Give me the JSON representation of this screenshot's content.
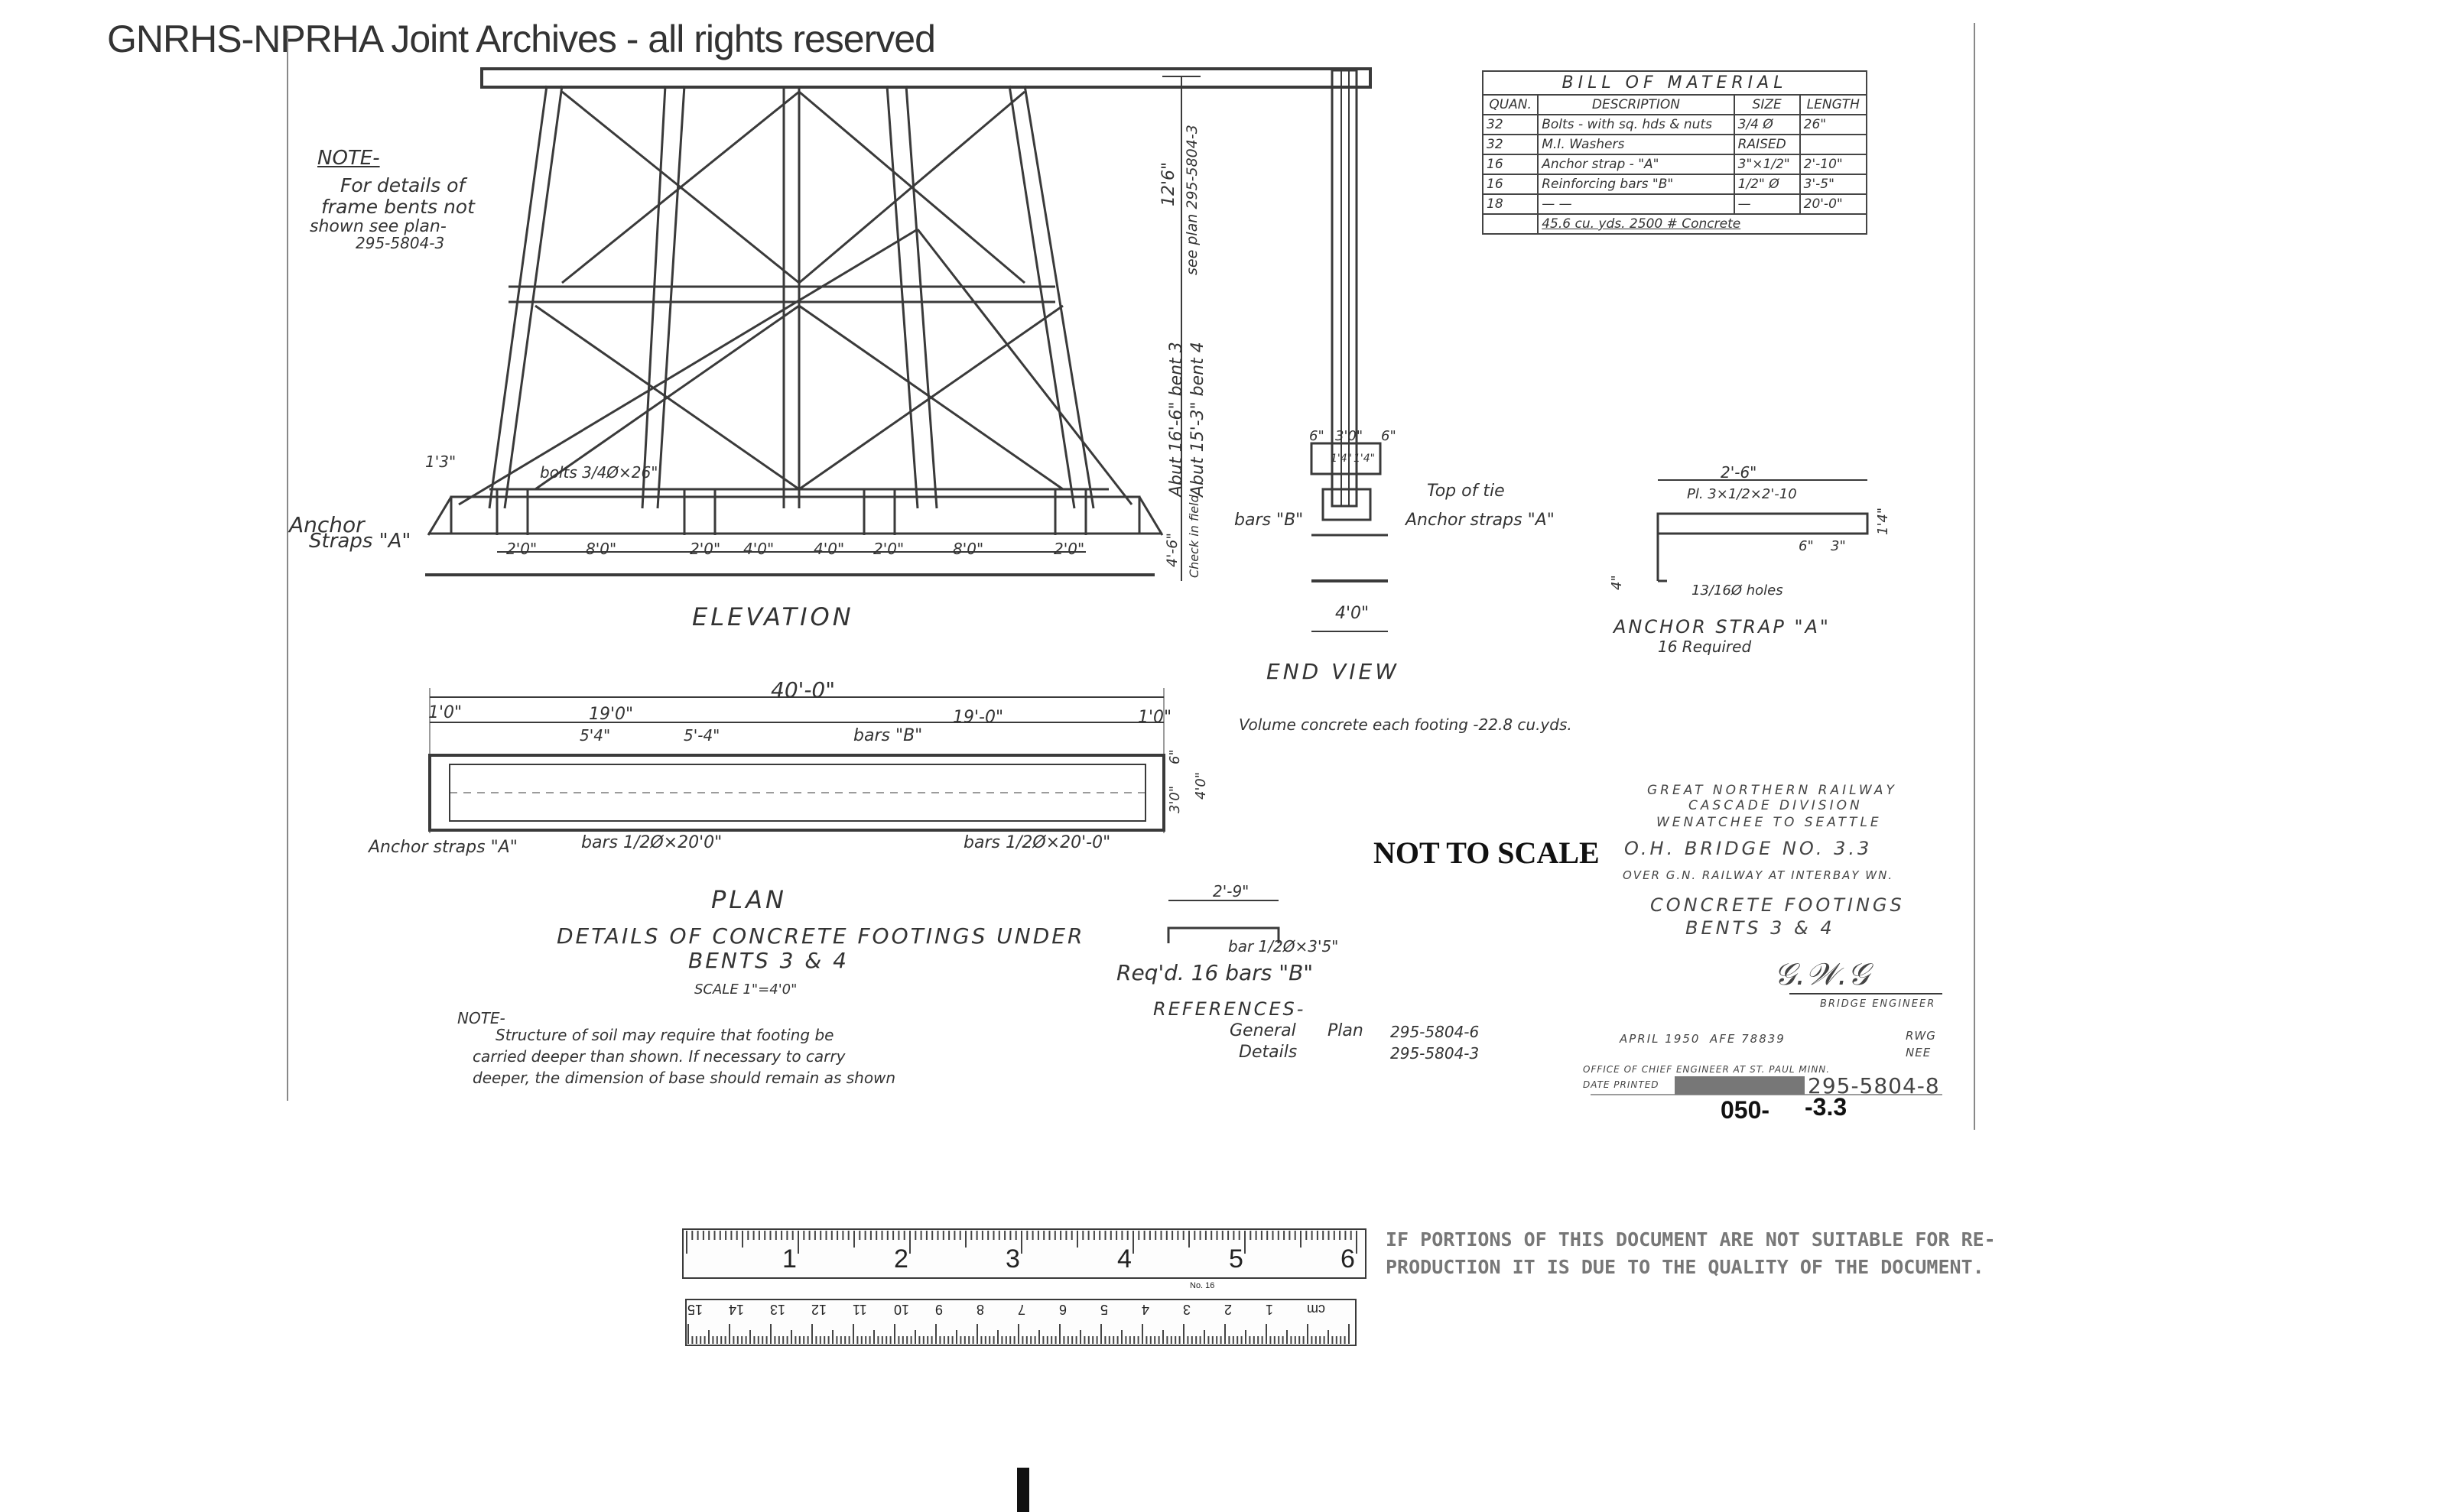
{
  "header": {
    "archive_notice": "GNRHS-NPRHA Joint Archives - all rights reserved"
  },
  "bill_of_material": {
    "title": "BILL OF MATERIAL",
    "columns": [
      "QUAN.",
      "DESCRIPTION",
      "SIZE",
      "LENGTH"
    ],
    "rows": [
      {
        "quan": "32",
        "desc": "Bolts - with sq. hds & nuts",
        "size": "3/4 Ø",
        "length": "26\""
      },
      {
        "quan": "32",
        "desc": "M.I. Washers",
        "size": "RAISED",
        "length": ""
      },
      {
        "quan": "16",
        "desc": "Anchor strap - \"A\"",
        "size": "3\"×1/2\"",
        "length": "2'-10\""
      },
      {
        "quan": "16",
        "desc": "Reinforcing bars \"B\"",
        "size": "1/2\" Ø",
        "length": "3'-5\""
      },
      {
        "quan": "18",
        "desc": "— —",
        "size": "—",
        "length": "20'-0\""
      }
    ],
    "total": "45.6 cu. yds. 2500 # Concrete"
  },
  "notes": {
    "note_label": "NOTE-",
    "note_top": [
      "For details of",
      "frame bents not",
      "shown see plan-",
      "295-5804-3"
    ],
    "note_bottom_label": "NOTE-",
    "note_bottom": [
      "Structure of soil may require that footing be",
      "carried deeper than shown. If necessary to carry",
      "deeper, the dimension of base should remain as shown"
    ]
  },
  "elevation": {
    "title": "ELEVATION",
    "bolts": "bolts 3/4Ø×26\"",
    "anchor": "Anchor",
    "straps": "Straps \"A\"",
    "dims": [
      "2'0\"",
      "8'0\"",
      "2'0\"",
      "4'0\"",
      "4'0\"",
      "2'0\"",
      "8'0\"",
      "2'0\""
    ],
    "left_mark": "1'3\"",
    "height_top": "12'6\"",
    "height_top_note": "see plan 295-5804-3",
    "bent3": "Abut 16'-6\" bent 3",
    "bent4": "Abut 15'-3\" bent 4",
    "check": "Check in field",
    "depth": "4'-6\""
  },
  "end_view": {
    "title": "END VIEW",
    "top_of_tie": "Top of tie",
    "anchor_straps": "Anchor straps \"A\"",
    "bars_b": "bars \"B\"",
    "width": "4'0\"",
    "top_dims": [
      "6\"",
      "3'0\"",
      "6\""
    ],
    "inner_dims": [
      "1'4\"",
      "1'4\""
    ],
    "volume_note": "Volume concrete each footing -22.8 cu.yds."
  },
  "plan": {
    "title": "PLAN",
    "overall": "40'-0\"",
    "left_end": "1'0\"",
    "right_end": "1'0\"",
    "left_span": "19'0\"",
    "right_span": "19'-0\"",
    "sub1": "5'4\"",
    "sub2": "5'-4\"",
    "bars_b": "bars \"B\"",
    "anchor_straps": "Anchor straps \"A\"",
    "bars1": "bars 1/2Ø×20'0\"",
    "bars2": "bars 1/2Ø×20'-0\"",
    "width_a": "3'0\"",
    "width_b": "6\"",
    "width_c": "4'0\""
  },
  "details_title": [
    "DETAILS OF CONCRETE FOOTINGS UNDER",
    "BENTS 3 & 4"
  ],
  "scale": "SCALE 1\"=4'0\"",
  "anchor_strap_detail": {
    "top": "2'-6\"",
    "plate": "Pl. 3×1/2×2'-10",
    "holes": "13/16Ø holes",
    "dims": [
      "6\"",
      "3\""
    ],
    "side": "1'4\"",
    "left": "4\"",
    "title": "ANCHOR STRAP \"A\"",
    "required": "16 Required"
  },
  "bar_b_detail": {
    "length": "2'-9\"",
    "label": "bar 1/2Ø×3'5\"",
    "required": "Req'd. 16 bars \"B\""
  },
  "references": {
    "title": "REFERENCES-",
    "general": "General",
    "plan_label": "Plan",
    "plan_no": "295-5804-6",
    "details": "Details",
    "details_no": "295-5804-3"
  },
  "not_to_scale": "NOT TO SCALE",
  "title_block": {
    "railway": "GREAT NORTHERN RAILWAY",
    "division": "CASCADE DIVISION",
    "route": "WENATCHEE TO SEATTLE",
    "bridge": "O.H. BRIDGE NO. 3.3",
    "over": "OVER G.N. RAILWAY AT INTERBAY WN.",
    "subject1": "CONCRETE FOOTINGS",
    "subject2": "BENTS 3 & 4",
    "engineer": "BRIDGE ENGINEER",
    "date": "APRIL 1950",
    "afe": "AFE 78839",
    "rwg": "RWG",
    "nee": "NEE",
    "office": "OFFICE OF CHIEF ENGINEER AT ST. PAUL MINN.",
    "printed": "DATE PRINTED",
    "drawing_no": "295-5804-8"
  },
  "sheet_number": {
    "a": "050-",
    "b": "-3.3"
  },
  "quality_stamp": [
    "IF PORTIONS OF THIS DOCUMENT ARE NOT SUITABLE FOR RE-",
    "PRODUCTION IT IS DUE TO THE QUALITY OF THE DOCUMENT."
  ],
  "ruler": {
    "inch_labels": [
      "1",
      "2",
      "3",
      "4",
      "5",
      "6"
    ],
    "cm_labels": [
      "15",
      "14",
      "13",
      "12",
      "11",
      "10",
      "9",
      "8",
      "7",
      "6",
      "5",
      "4",
      "3",
      "2",
      "1",
      "cm"
    ],
    "mark": "No. 16"
  }
}
